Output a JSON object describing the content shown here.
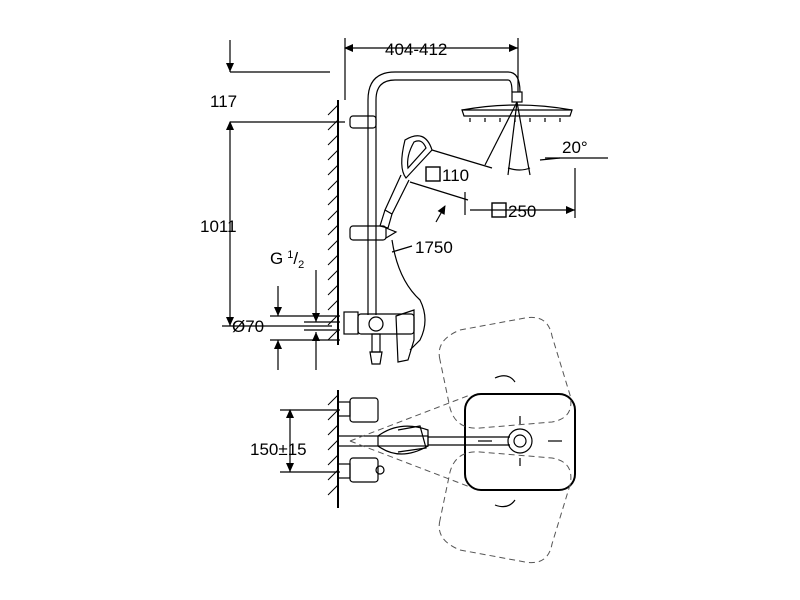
{
  "diagram": {
    "dimensions": {
      "width_span": "404-412",
      "height_offset": "117",
      "vertical_span": "1011",
      "thread": "G",
      "thread_frac_num": "1",
      "thread_frac_den": "2",
      "diameter": "Ø70",
      "hand_shower_size": "110",
      "head_shower_size": "250",
      "hose_length": "1750",
      "tilt_angle": "20°",
      "center_distance": "150±15"
    }
  }
}
